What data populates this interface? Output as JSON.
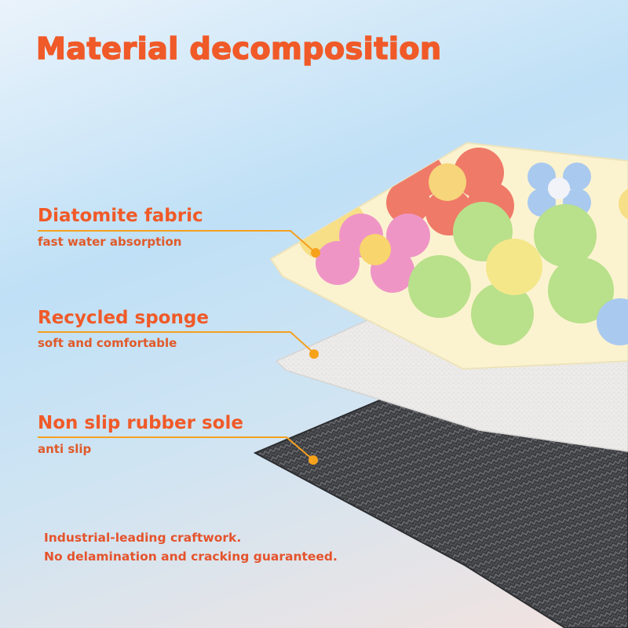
{
  "title": "Material decomposition",
  "layers": [
    {
      "name": "Diatomite fabric",
      "desc": "fast water absorption"
    },
    {
      "name": "Recycled sponge",
      "desc": "soft and comfortable"
    },
    {
      "name": "Non slip rubber sole",
      "desc": "anti slip"
    }
  ],
  "footer": {
    "line1": "Industrial-leading craftwork.",
    "line2": "No delamination and cracking guaranteed."
  },
  "colors": {
    "accent": "#f05a28",
    "leader_line": "#f5a020",
    "marker_dot": "#f7a21b"
  }
}
